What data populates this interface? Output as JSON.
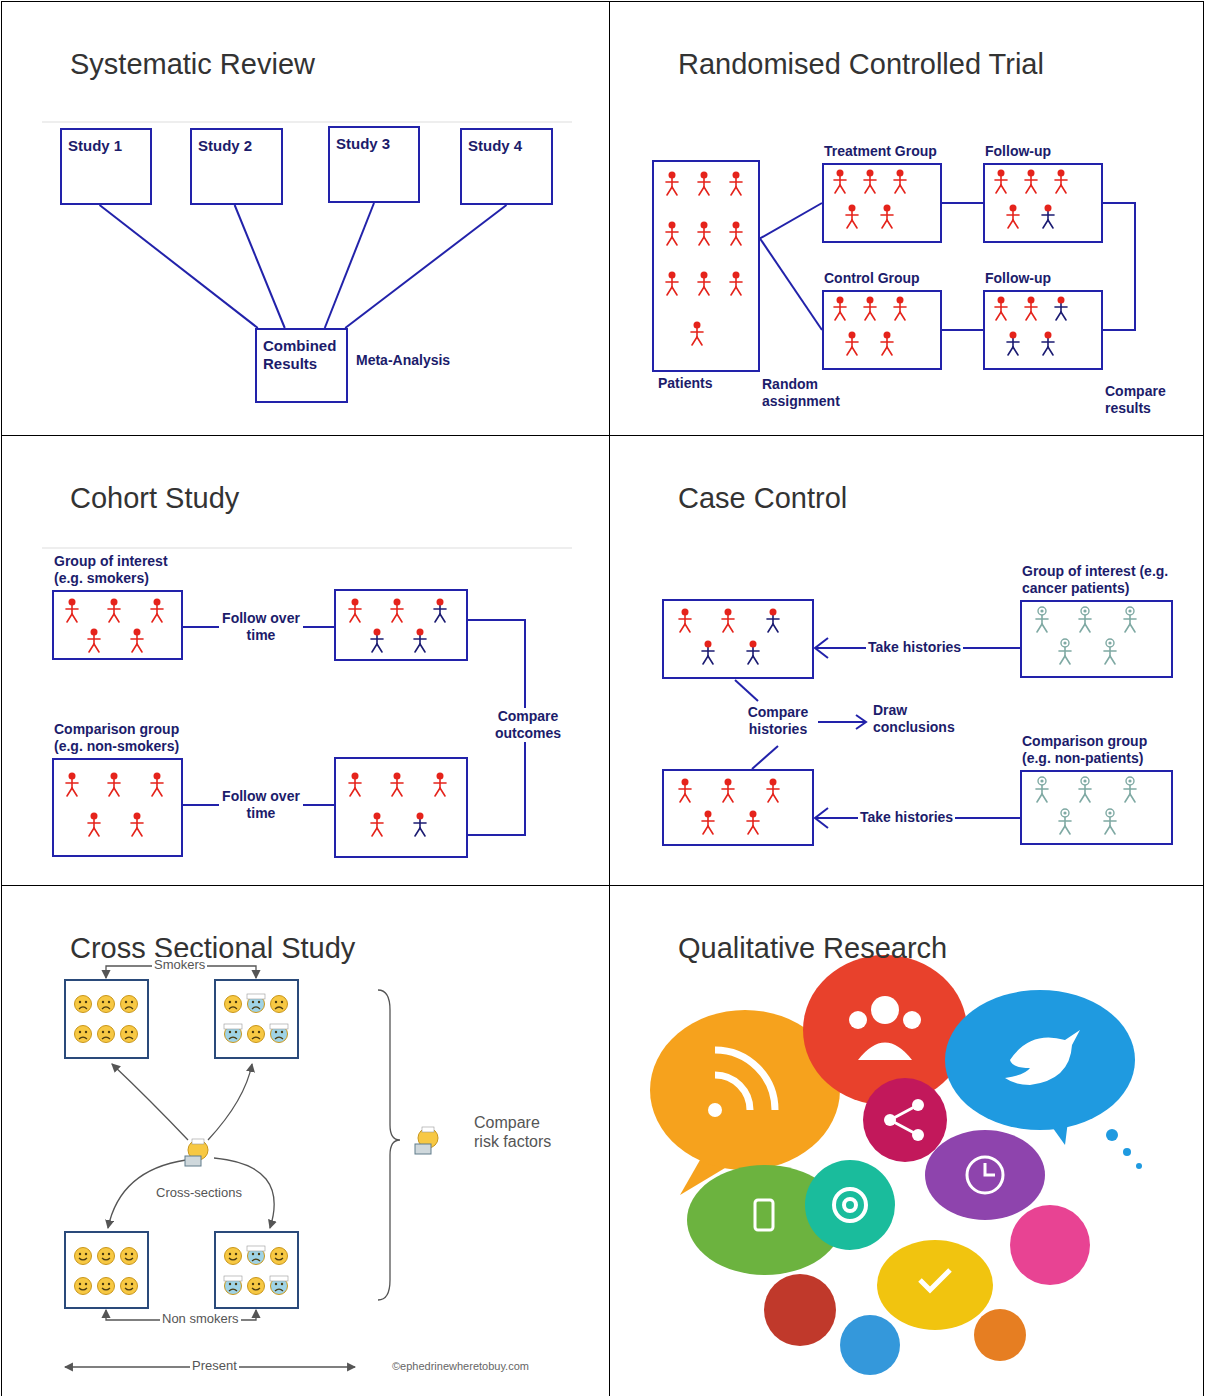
{
  "diagram": {
    "nodes": [
      {
        "text": [
          "Systematic Review"
        ]
      },
      {
        "text": [
          "Study 1"
        ],
        "in": 0
      },
      {
        "text": [
          "Study 2"
        ],
        "in": 0
      },
      {
        "text": [
          "Study 3"
        ],
        "in": 0
      },
      {
        "text": [
          "Study 4"
        ],
        "in": 0
      },
      {
        "text": [
          "Combined Results",
          "Meta-Analysis"
        ],
        "in": 0
      },
      {
        "text": [
          "Randomised Controlled Trial"
        ]
      },
      {
        "text": [
          "Patients"
        ],
        "in": 6
      },
      {
        "text": [
          "Treatment Group"
        ],
        "in": 6
      },
      {
        "text": [
          "Follow-up"
        ],
        "in": 6
      },
      {
        "text": [
          "Control Group"
        ],
        "in": 6
      },
      {
        "text": [
          "Follow-up"
        ],
        "in": 6
      },
      {
        "text": [
          "Cohort Study"
        ]
      },
      {
        "text": [
          "Group of interest (e.g. smokers)"
        ],
        "in": 12
      },
      {
        "text": [
          "Comparison group (e.g. non-smokers)"
        ],
        "in": 12
      },
      {
        "text": [
          "Case Control"
        ]
      },
      {
        "text": [
          "Group of interest (e.g. cancer patients)"
        ],
        "in": 15
      },
      {
        "text": [
          "Comparison group (e.g. non-patients)"
        ],
        "in": 15
      },
      {
        "text": [
          "Cross Sectional Study"
        ]
      },
      {
        "text": [
          "Qualitative Research"
        ]
      }
    ],
    "edges": [
      {
        "from": 1,
        "to": 5,
        "arrow": "none"
      },
      {
        "from": 2,
        "to": 5,
        "arrow": "none"
      },
      {
        "from": 3,
        "to": 5,
        "arrow": "none"
      },
      {
        "from": 4,
        "to": 5,
        "arrow": "none"
      },
      {
        "from": 7,
        "to": 8,
        "arrow": "none"
      },
      {
        "from": 7,
        "to": 10,
        "arrow": "none"
      },
      {
        "from": 8,
        "to": 9,
        "arrow": "none"
      },
      {
        "from": 10,
        "to": 11,
        "arrow": "none"
      },
      {
        "from": 9,
        "to": 11,
        "arrow": "none"
      }
    ],
    "labels": [
      "Random assignment",
      "Compare results",
      "Follow over time",
      "Follow over time",
      "Compare outcomes",
      "Take histories",
      "Take histories",
      "Compare histories",
      "Draw conclusions",
      "Smokers",
      "Cross-sections",
      "Compare risk factors",
      "Non smokers",
      "Present",
      "©ephedrinewheretobuy.com"
    ]
  }
}
